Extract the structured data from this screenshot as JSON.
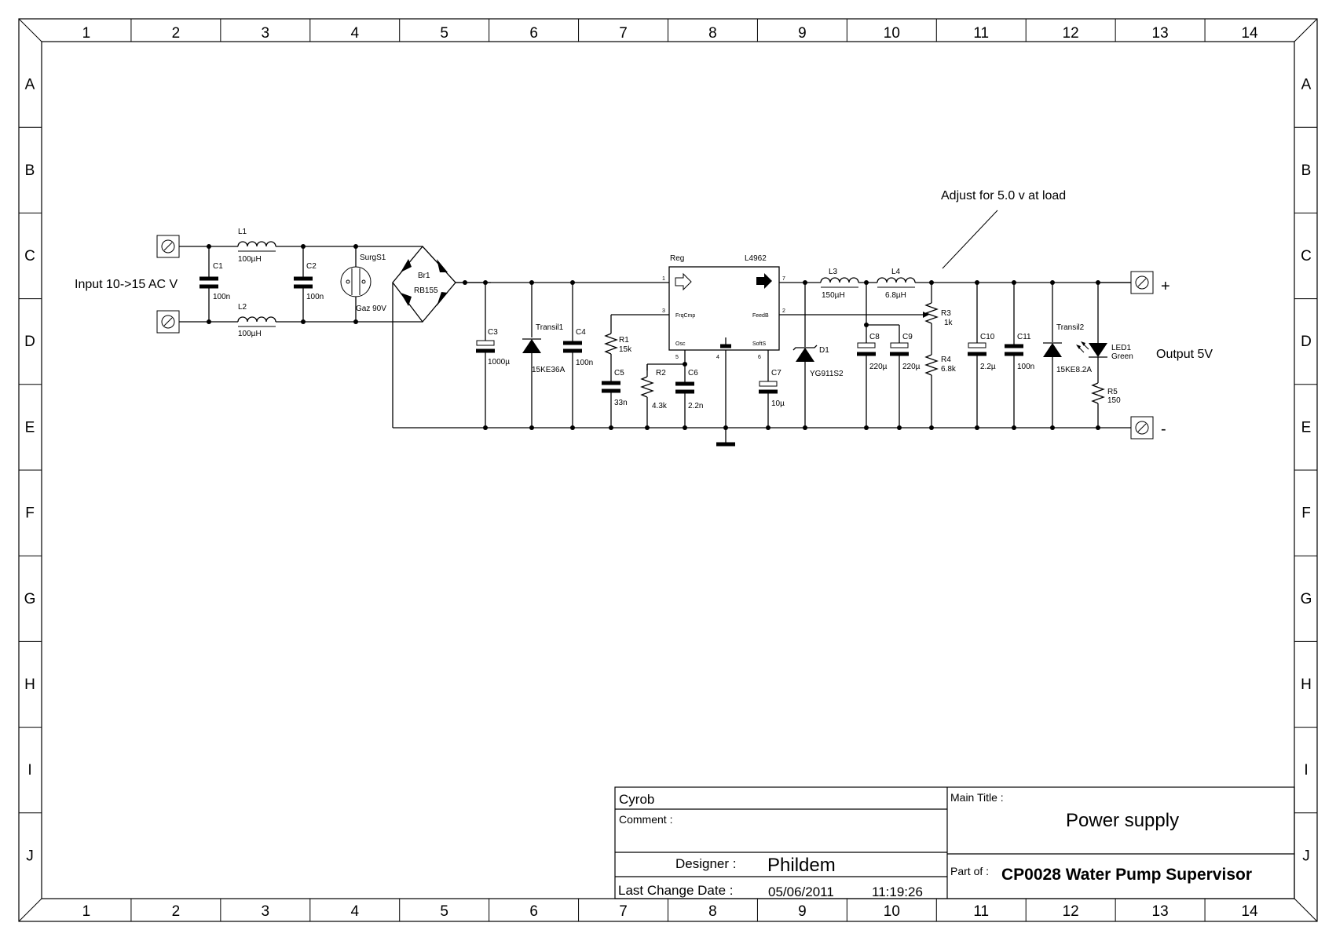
{
  "columns": [
    "1",
    "2",
    "3",
    "4",
    "5",
    "6",
    "7",
    "8",
    "9",
    "10",
    "11",
    "12",
    "13",
    "14"
  ],
  "rows": [
    "A",
    "B",
    "C",
    "D",
    "E",
    "F",
    "G",
    "H",
    "I",
    "J"
  ],
  "labels": {
    "input": "Input 10->15 AC V",
    "output": "Output 5V",
    "plus": "+",
    "minus": "-",
    "adjust_note": "Adjust for 5.0 v at load"
  },
  "components": {
    "C1": {
      "ref": "C1",
      "value": "100n"
    },
    "C2": {
      "ref": "C2",
      "value": "100n"
    },
    "L1": {
      "ref": "L1",
      "value": "100µH"
    },
    "L2": {
      "ref": "L2",
      "value": "100µH"
    },
    "SurgS1": {
      "ref": "SurgS1",
      "value": "Gaz 90V"
    },
    "Br1": {
      "ref": "Br1",
      "value": "RB155"
    },
    "C3": {
      "ref": "C3",
      "value": "1000µ"
    },
    "Transil1": {
      "ref": "Transil1",
      "value": "15KE36A"
    },
    "C4": {
      "ref": "C4",
      "value": "100n"
    },
    "R1": {
      "ref": "R1",
      "value": "15k"
    },
    "C5": {
      "ref": "C5",
      "value": "33n"
    },
    "R2": {
      "ref": "R2",
      "value": "4.3k"
    },
    "C6": {
      "ref": "C6",
      "value": "2.2n"
    },
    "U1": {
      "ref": "Reg",
      "value": "L4962"
    },
    "C7": {
      "ref": "C7",
      "value": "10µ"
    },
    "D1": {
      "ref": "D1",
      "value": "YG911S2"
    },
    "L3": {
      "ref": "L3",
      "value": "150µH"
    },
    "L4": {
      "ref": "L4",
      "value": "6.8µH"
    },
    "C8": {
      "ref": "C8",
      "value": "220µ"
    },
    "C9": {
      "ref": "C9",
      "value": "220µ"
    },
    "R3": {
      "ref": "R3",
      "value": "1k"
    },
    "R4": {
      "ref": "R4",
      "value": "6.8k"
    },
    "C10": {
      "ref": "C10",
      "value": "2.2µ"
    },
    "C11": {
      "ref": "C11",
      "value": "100n"
    },
    "Transil2": {
      "ref": "Transil2",
      "value": "15KE8.2A"
    },
    "LED1": {
      "ref": "LED1",
      "value": "Green"
    },
    "R5": {
      "ref": "R5",
      "value": "150"
    }
  },
  "ic_pins": {
    "FrqCmp": "FrqCmp",
    "FeedB": "FeedB",
    "Osc": "Osc",
    "SoftS": "SoftS",
    "p1": "1",
    "p2": "2",
    "p3": "3",
    "p4": "4",
    "p5": "5",
    "p6": "6",
    "p7": "7"
  },
  "title_block": {
    "company": "Cyrob",
    "comment_label": "Comment :",
    "designer_label": "Designer :",
    "designer": "Phildem",
    "last_change_label": "Last Change Date :",
    "date": "05/06/2011",
    "time": "11:19:26",
    "main_title_label": "Main Title :",
    "main_title": "Power supply",
    "part_of_label": "Part of :",
    "part_of": "CP0028 Water Pump Supervisor"
  }
}
